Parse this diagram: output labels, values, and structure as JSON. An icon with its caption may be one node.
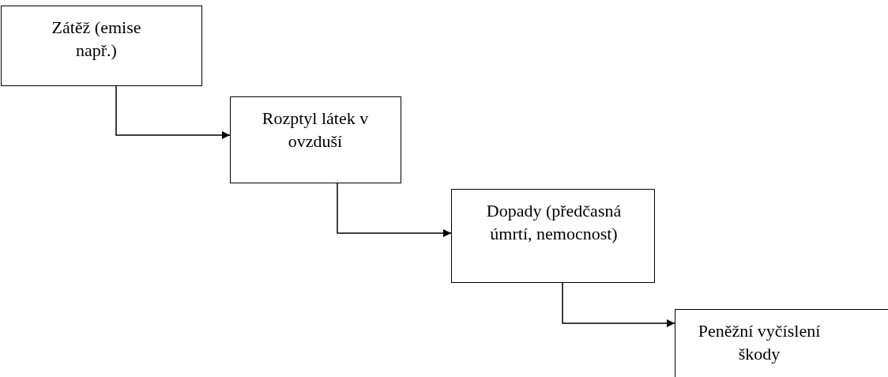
{
  "diagram": {
    "nodes": [
      {
        "text": [
          "Zátěž (emise např.)"
        ]
      },
      {
        "text": [
          "Rozptyl látek v ovzduší"
        ]
      },
      {
        "text": [
          "Dopady (předčasná úmrtí, nemocnost)"
        ]
      },
      {
        "text": [
          "Peněžní vyčíslení škody"
        ]
      }
    ],
    "edges": [
      {
        "from": 0,
        "to": 1,
        "arrow": "to"
      },
      {
        "from": 1,
        "to": 2,
        "arrow": "to"
      },
      {
        "from": 2,
        "to": 3,
        "arrow": "to"
      }
    ]
  }
}
